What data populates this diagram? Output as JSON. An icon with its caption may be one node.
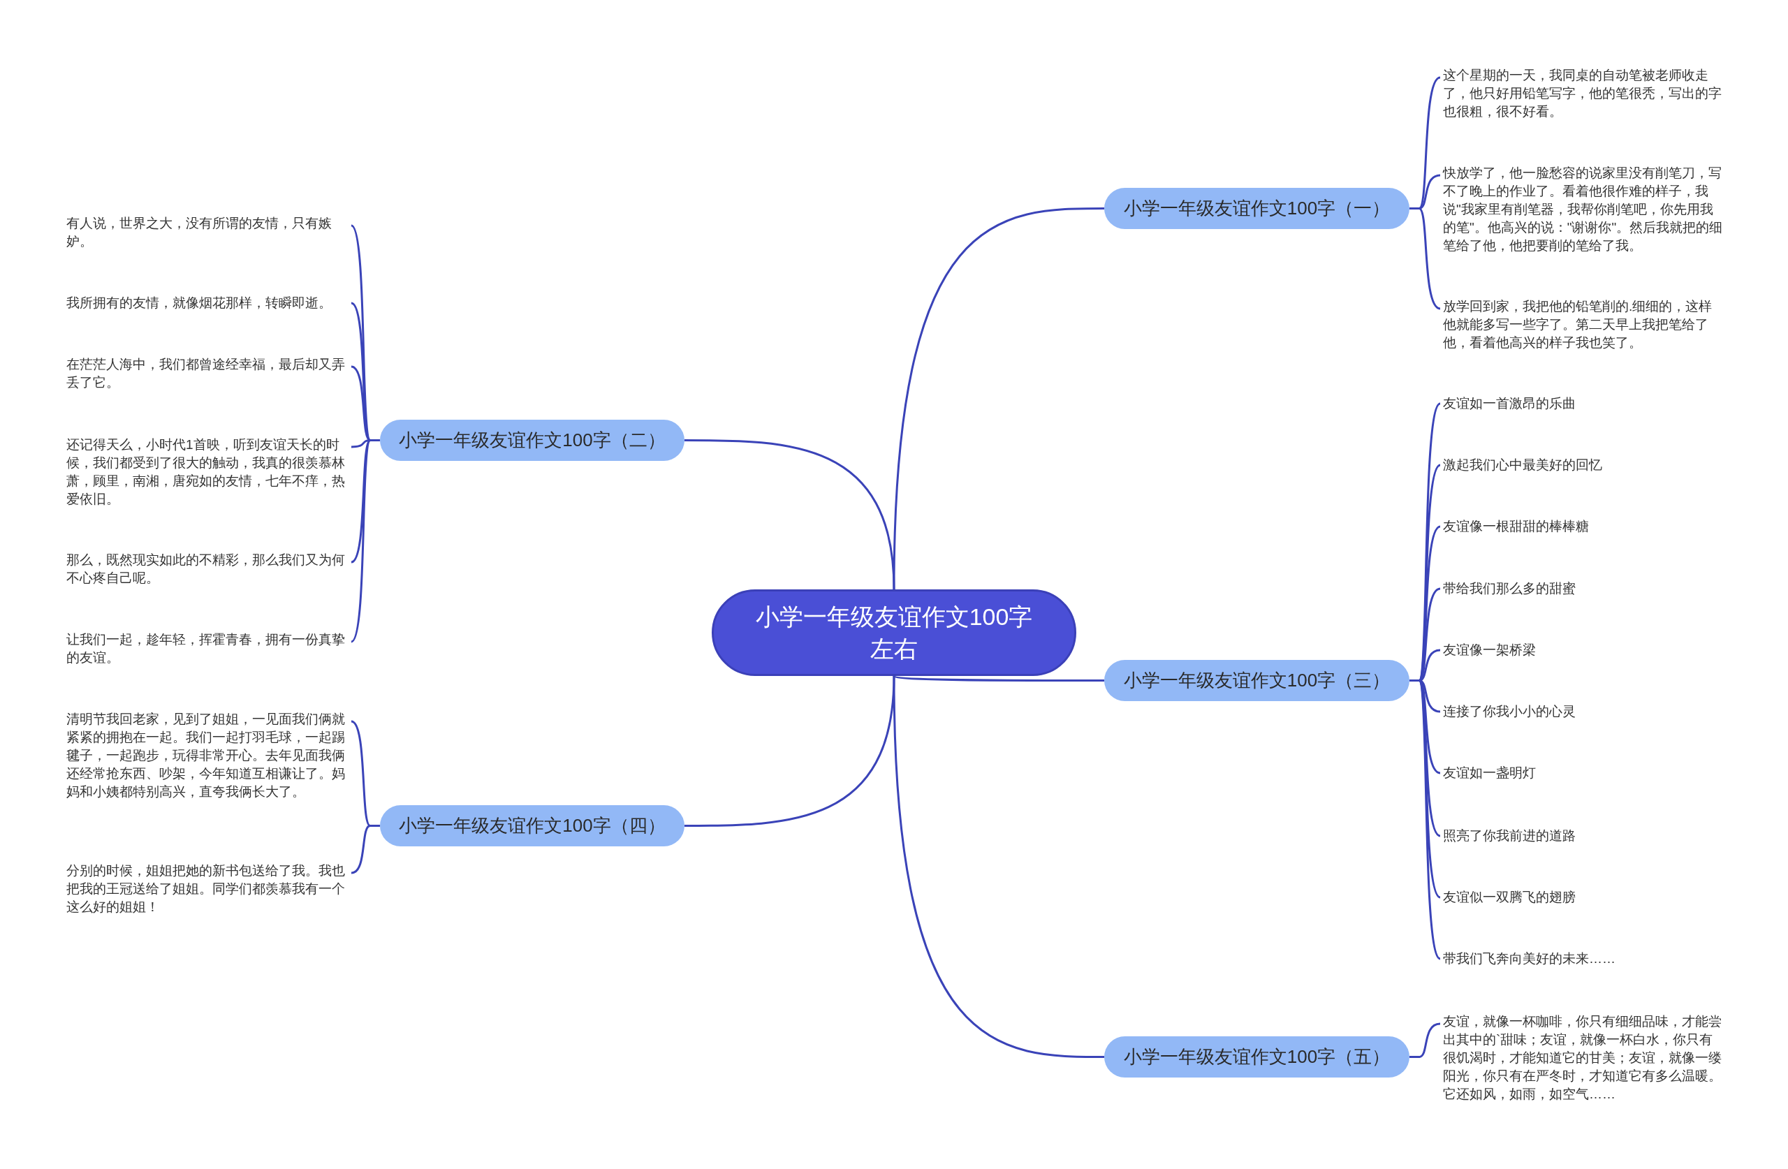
{
  "diagram": {
    "nodes": [
      {
        "text": [
          "小学一年级友谊作文100字左右"
        ]
      },
      {
        "text": [
          "小学一年级友谊作文100字（一）"
        ]
      },
      {
        "text": [
          "这个星期的一天，我同桌的自动笔被老师收走了，他只好用铅笔写字，他的笔很秃，写出的字也很粗，很不好看。"
        ]
      },
      {
        "text": [
          "快放学了，他一脸愁容的说家里没有削笔刀，写不了晚上的作业了。看着他很作难的样子，我说\"我家里有削笔器，我帮你削笔吧，你先用我的笔\"。他高兴的说：\"谢谢你\"。然后我就把的细笔给了他，他把要削的笔给了我。"
        ]
      },
      {
        "text": [
          "放学回到家，我把他的铅笔削的.细细的，这样他就能多写一些字了。第二天早上我把笔给了他，看着他高兴的样子我也笑了。"
        ]
      },
      {
        "text": [
          "小学一年级友谊作文100字（二）"
        ]
      },
      {
        "text": [
          "有人说，世界之大，没有所谓的友情，只有嫉妒。"
        ]
      },
      {
        "text": [
          "我所拥有的友情，就像烟花那样，转瞬即逝。"
        ]
      },
      {
        "text": [
          "在茫茫人海中，我们都曾途经幸福，最后却又弄丢了它。"
        ]
      },
      {
        "text": [
          "还记得天么，小时代1首映，听到友谊天长的时候，我们都受到了很大的触动，我真的很羡慕林萧，顾里，南湘，唐宛如的友情，七年不痒，热爱依旧。"
        ]
      },
      {
        "text": [
          "那么，既然现实如此的不精彩，那么我们又为何不心疼自己呢。"
        ]
      },
      {
        "text": [
          "让我们一起，趁年轻，挥霍青春，拥有一份真挚的友谊。"
        ]
      },
      {
        "text": [
          "小学一年级友谊作文100字（三）"
        ]
      },
      {
        "text": [
          "友谊如一首激昂的乐曲"
        ]
      },
      {
        "text": [
          "激起我们心中最美好的回忆"
        ]
      },
      {
        "text": [
          "友谊像一根甜甜的棒棒糖"
        ]
      },
      {
        "text": [
          "带给我们那么多的甜蜜"
        ]
      },
      {
        "text": [
          "友谊像一架桥梁"
        ]
      },
      {
        "text": [
          "连接了你我小小的心灵"
        ]
      },
      {
        "text": [
          "友谊如一盏明灯"
        ]
      },
      {
        "text": [
          "照亮了你我前进的道路"
        ]
      },
      {
        "text": [
          "友谊似一双腾飞的翅膀"
        ]
      },
      {
        "text": [
          "带我们飞奔向美好的未来……"
        ]
      },
      {
        "text": [
          "小学一年级友谊作文100字（四）"
        ]
      },
      {
        "text": [
          "清明节我回老家，见到了姐姐，一见面我们俩就紧紧的拥抱在一起。我们一起打羽毛球，一起踢毽子，一起跑步，玩得非常开心。去年见面我俩还经常抢东西、吵架，今年知道互相谦让了。妈妈和小姨都特别高兴，直夸我俩长大了。"
        ]
      },
      {
        "text": [
          "分别的时候，姐姐把她的新书包送给了我。我也把我的王冠送给了姐姐。同学们都羡慕我有一个这么好的姐姐！"
        ]
      },
      {
        "text": [
          "小学一年级友谊作文100字（五）"
        ]
      },
      {
        "text": [
          "友谊，就像一杯咖啡，你只有细细品味，才能尝出其中的`甜味；友谊，就像一杯白水，你只有很饥渴时，才能知道它的甘美；友谊，就像一缕阳光，你只有在严冬时，才知道它有多么温暖。它还如风，如雨，如空气……"
        ]
      }
    ],
    "edges": [
      {
        "from": 0,
        "to": 1,
        "arrow": "none"
      },
      {
        "from": 1,
        "to": 2,
        "arrow": "none"
      },
      {
        "from": 1,
        "to": 3,
        "arrow": "none"
      },
      {
        "from": 1,
        "to": 4,
        "arrow": "none"
      },
      {
        "from": 0,
        "to": 5,
        "arrow": "none"
      },
      {
        "from": 5,
        "to": 6,
        "arrow": "none"
      },
      {
        "from": 5,
        "to": 7,
        "arrow": "none"
      },
      {
        "from": 5,
        "to": 8,
        "arrow": "none"
      },
      {
        "from": 5,
        "to": 9,
        "arrow": "none"
      },
      {
        "from": 5,
        "to": 10,
        "arrow": "none"
      },
      {
        "from": 5,
        "to": 11,
        "arrow": "none"
      },
      {
        "from": 0,
        "to": 12,
        "arrow": "none"
      },
      {
        "from": 12,
        "to": 13,
        "arrow": "none"
      },
      {
        "from": 12,
        "to": 14,
        "arrow": "none"
      },
      {
        "from": 12,
        "to": 15,
        "arrow": "none"
      },
      {
        "from": 12,
        "to": 16,
        "arrow": "none"
      },
      {
        "from": 12,
        "to": 17,
        "arrow": "none"
      },
      {
        "from": 12,
        "to": 18,
        "arrow": "none"
      },
      {
        "from": 12,
        "to": 19,
        "arrow": "none"
      },
      {
        "from": 12,
        "to": 20,
        "arrow": "none"
      },
      {
        "from": 12,
        "to": 21,
        "arrow": "none"
      },
      {
        "from": 12,
        "to": 22,
        "arrow": "none"
      },
      {
        "from": 0,
        "to": 23,
        "arrow": "none"
      },
      {
        "from": 23,
        "to": 24,
        "arrow": "none"
      },
      {
        "from": 23,
        "to": 25,
        "arrow": "none"
      },
      {
        "from": 0,
        "to": 26,
        "arrow": "none"
      },
      {
        "from": 26,
        "to": 27,
        "arrow": "none"
      }
    ]
  }
}
